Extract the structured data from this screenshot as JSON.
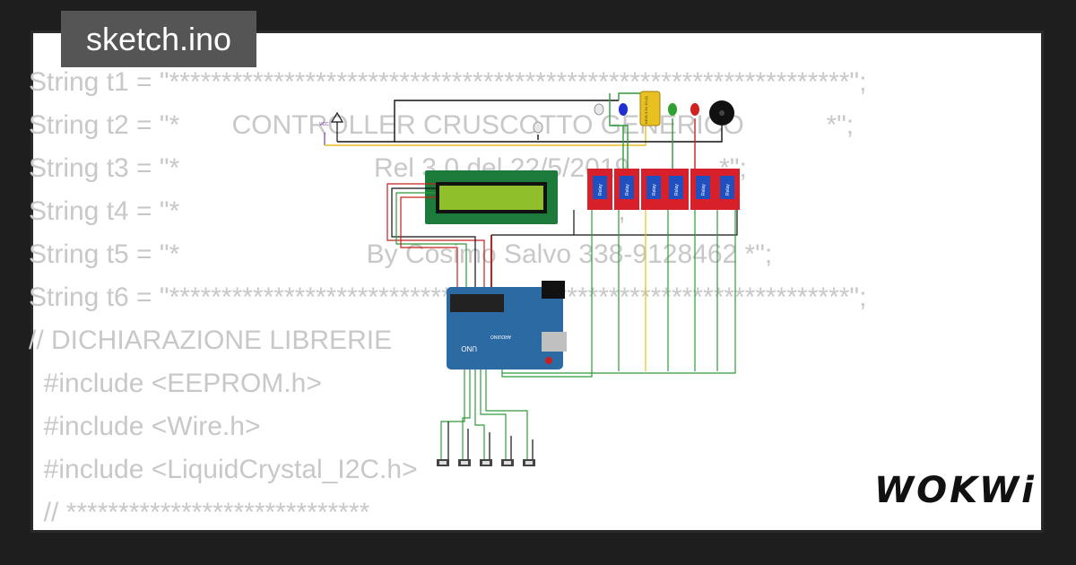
{
  "file_tab": {
    "label": "sketch.ino"
  },
  "code_lines": [
    "String t1 = \"*****************************************************************\";",
    "String t2 = \"*       CONTROLLER CRUSCOTTO GENERICO           *\";",
    "String t3 = \"*                          Rel 3.0 del 22/5/2019            *\";",
    "String t4 = \"*                                                        *\";",
    "String t5 = \"*                         By Cosimo Salvo 338-9128462 *\";",
    "String t6 = \"*****************************************************************\";",
    "// DICHIARAZIONE LIBRERIE",
    "  #include <EEPROM.h>",
    "  #include <Wire.h>",
    "  #include <LiquidCrystal_I2C.h>",
    "  // *****************************"
  ],
  "circuit": {
    "vcc_label": "VCC",
    "board_label": "UNO",
    "board_brand": "ARDUINO",
    "relay_label": "Relay",
    "relay_count": 6,
    "button_count": 5,
    "capacitor_label": "KE25 3.3V 10 (1)",
    "colors": {
      "relay": "#d8202a",
      "arduino": "#2b6aa3",
      "lcd_bezel": "#1c7a3a",
      "lcd_screen": "#8fbf2a",
      "wire_green": "#2e9a3a",
      "wire_red": "#c82020",
      "wire_black": "#111111",
      "wire_yellow": "#e8c020",
      "led_blue": "#2030d0",
      "led_green": "#30a030",
      "led_red": "#d02020",
      "led_white": "#e8e8e8"
    }
  },
  "brand": {
    "logo_text": "WOKWi"
  }
}
